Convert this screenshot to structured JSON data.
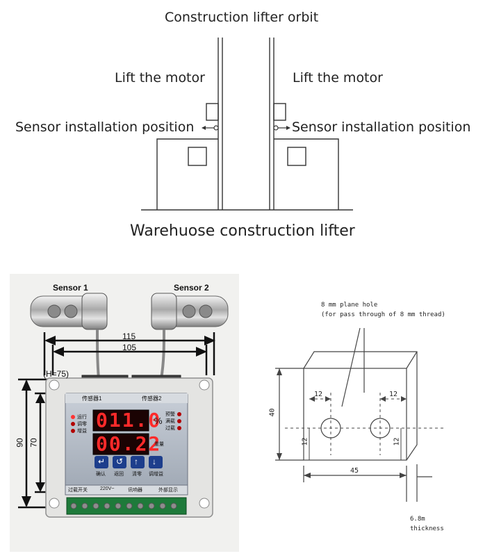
{
  "top_diagram": {
    "title": "Construction lifter orbit",
    "left_motor_label": "Lift the motor",
    "right_motor_label": "Lift the motor",
    "left_sensor_label": "Sensor installation position",
    "right_sensor_label": "Sensor installation position",
    "caption": "Warehuose construction lifter"
  },
  "device_photo": {
    "sensor1_label": "Sensor 1",
    "sensor2_label": "Sensor 2",
    "dim_115": "115",
    "dim_105": "105",
    "dim_h": "(H=75)",
    "dim_90": "90",
    "dim_70": "70",
    "channel1_label": "传感器1",
    "channel2_label": "传感器2",
    "display1": "011.0",
    "display2": "00.22",
    "percent_label": "%",
    "left_leds": [
      "运行",
      "调零",
      "增益"
    ],
    "right_leds": [
      "预警",
      "满载",
      "过载"
    ],
    "weight_label": "重量",
    "buttons": [
      "确认",
      "返回",
      "清零",
      "调增益"
    ],
    "bottom_labels": [
      "过载开关",
      "220V~",
      "讯响器",
      "外部显示"
    ]
  },
  "drawing": {
    "hole_note_line1": "8 mm plane hole",
    "hole_note_line2": "(for pass through of 8 mm thread)",
    "dim_40": "40",
    "dim_12_top_left": "12",
    "dim_12_top_right": "12",
    "dim_12_left": "12",
    "dim_12_right": "12",
    "dim_45": "45",
    "thickness_line1": "6.8m",
    "thickness_line2": "thickness"
  }
}
